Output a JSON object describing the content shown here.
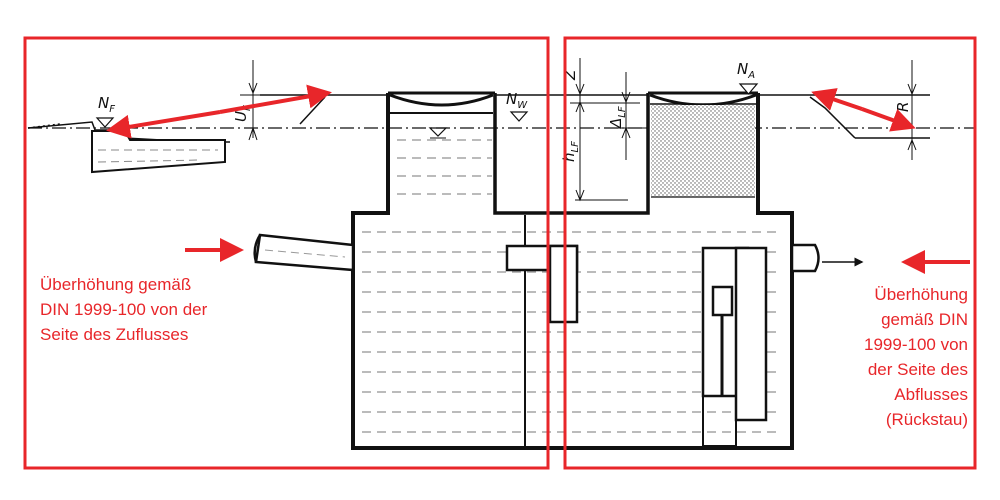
{
  "labels": {
    "n_f": {
      "main": "N",
      "sub": "F"
    },
    "n_w": {
      "main": "N",
      "sub": "W"
    },
    "n_a": {
      "main": "N",
      "sub": "A"
    },
    "u_f": {
      "main": "U",
      "sub": "F"
    },
    "h_lf": {
      "main": "h",
      "sub": "LF"
    },
    "delta_lf": {
      "main": "Δ",
      "sub": "LF"
    },
    "z": {
      "main": "Z"
    },
    "r": {
      "main": "R"
    }
  },
  "notes": {
    "left": [
      "Überhöhung gemäß",
      "DIN 1999-100 von der",
      "Seite des Zuflusses"
    ],
    "right": [
      "Überhöhung",
      "gemäß DIN",
      "1999-100 von",
      "der Seite des",
      "Abflusses",
      "(Rückstau)"
    ]
  },
  "colors": {
    "accent": "#e8262a",
    "line": "#111111",
    "fill_sand": "#c8c8c8"
  }
}
